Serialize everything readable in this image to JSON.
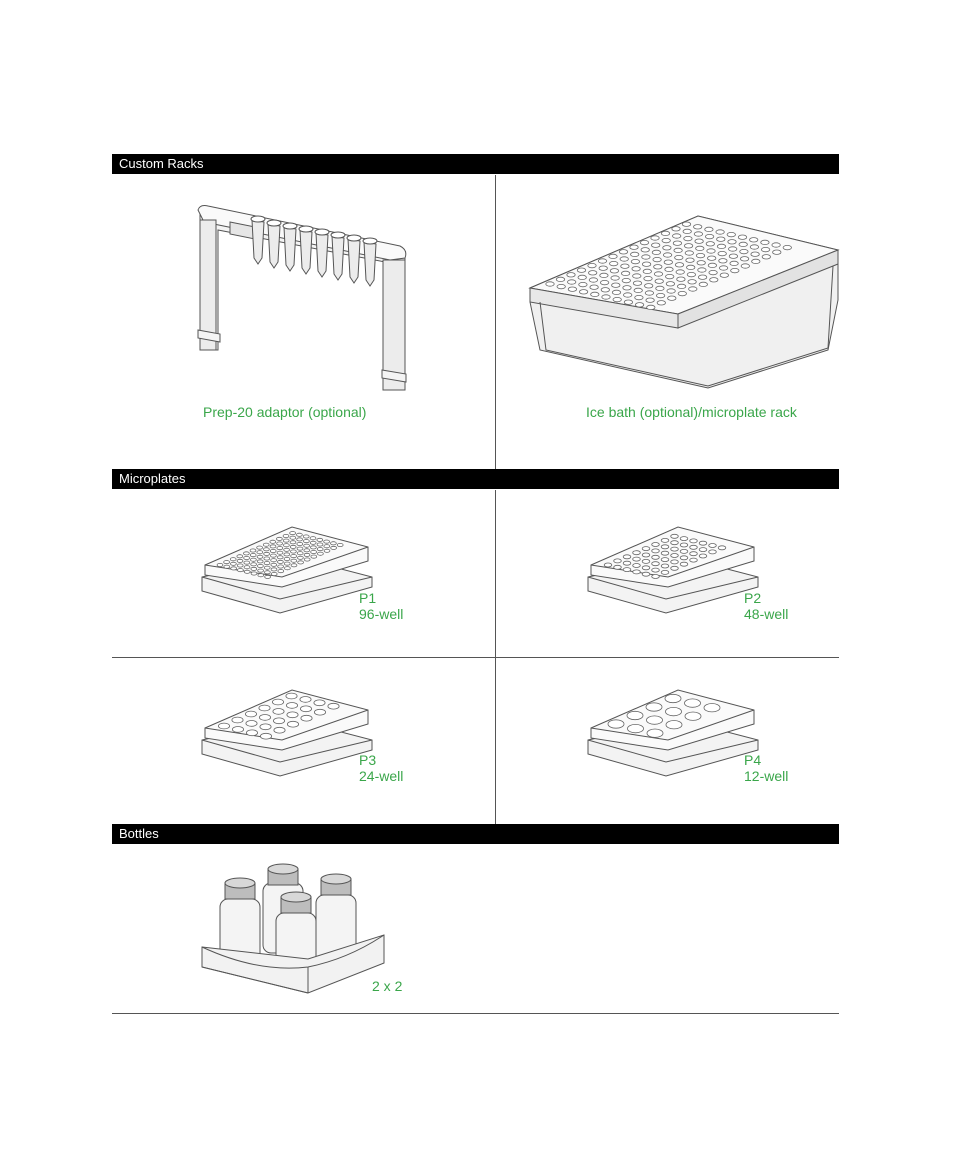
{
  "sections": {
    "custom_racks": {
      "title": "Custom Racks",
      "items": [
        {
          "caption": "Prep-20 adaptor (optional)"
        },
        {
          "caption": "Ice bath (optional)/microplate rack"
        }
      ]
    },
    "microplates": {
      "title": "Microplates",
      "items": [
        {
          "line1": "P1",
          "line2": "96-well"
        },
        {
          "line1": "P2",
          "line2": "48-well"
        },
        {
          "line1": "P3",
          "line2": "24-well"
        },
        {
          "line1": "P4",
          "line2": "12-well"
        }
      ]
    },
    "bottles": {
      "title": "Bottles",
      "items": [
        {
          "caption": "2 x 2"
        }
      ]
    }
  }
}
